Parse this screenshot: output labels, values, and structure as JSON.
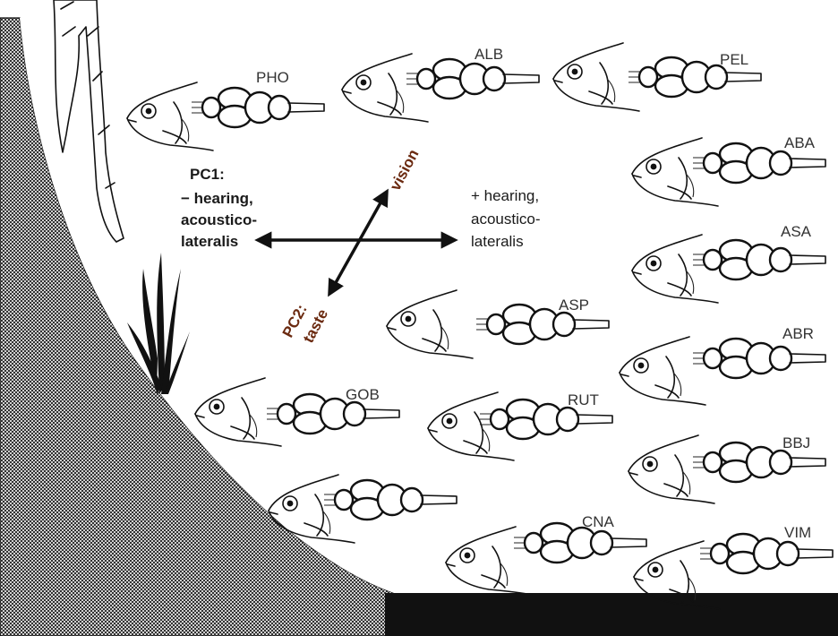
{
  "axes": {
    "pc1_title": "PC1:",
    "pc1_left": [
      "− hearing,",
      "acoustico-",
      "lateralis"
    ],
    "pc1_right": [
      "+ hearing,",
      "acoustico-",
      "lateralis"
    ],
    "pc2_up": "vision",
    "pc2_down_title": "PC2:",
    "pc2_down": "taste"
  },
  "species": [
    {
      "code": "PHO"
    },
    {
      "code": "ALB"
    },
    {
      "code": "PEL"
    },
    {
      "code": "ABA"
    },
    {
      "code": "ASA"
    },
    {
      "code": "ASP"
    },
    {
      "code": "ABR"
    },
    {
      "code": "GOB"
    },
    {
      "code": "RUT"
    },
    {
      "code": "BBJ"
    },
    {
      "code": "CNA"
    },
    {
      "code": "VIM"
    },
    {
      "code": ""
    }
  ],
  "colors": {
    "ink": "#111111",
    "axis_accent": "#6b2a10",
    "background": "#ffffff"
  }
}
